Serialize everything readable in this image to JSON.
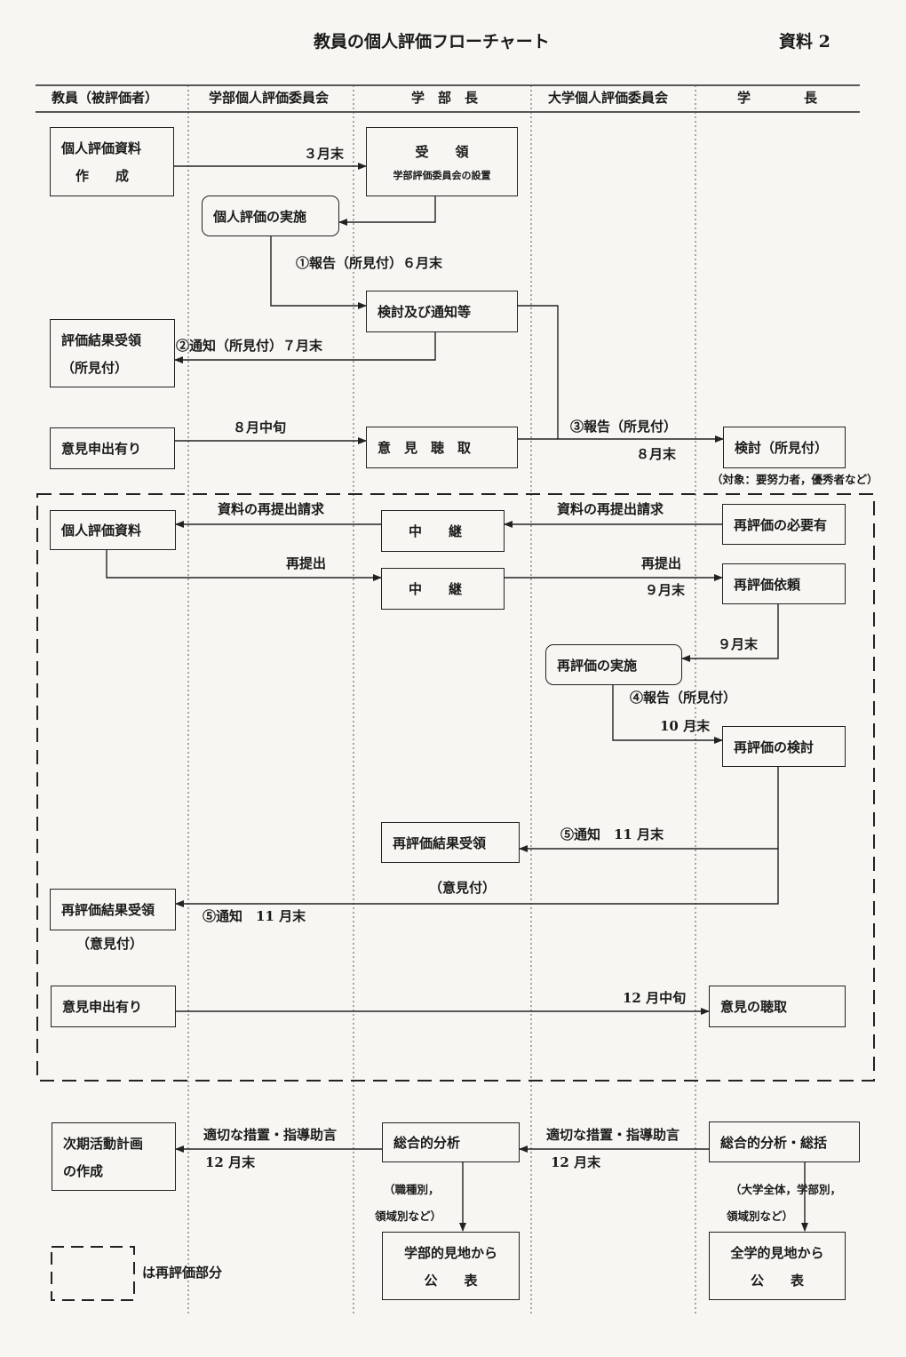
{
  "header": {
    "title": "教員の個人評価フローチャート",
    "doc_label": "資料 2",
    "columns": [
      "教員（被評価者）",
      "学部個人評価委員会",
      "学　部　長",
      "大学個人評価委員会",
      "学　　　　長"
    ]
  },
  "boxes": {
    "create_material": [
      "個人評価資料",
      "作　　成"
    ],
    "receive": [
      "受　　領",
      "学部評価委員会の設置"
    ],
    "implement": "個人評価の実施",
    "review_notify": "検討及び通知等",
    "result_receive": [
      "評価結果受領",
      "（所見付）"
    ],
    "opinion1": "意見申出有り",
    "hearing": "意　見　聴　取",
    "review_president": "検討（所見付）",
    "material": "個人評価資料",
    "relay1": "中　　継",
    "reeval_need": "再評価の必要有",
    "relay2": "中　　継",
    "reeval_request": "再評価依頼",
    "reeval_impl": "再評価の実施",
    "reeval_review": "再評価の検討",
    "reeval_result_dean": "再評価結果受領",
    "reeval_result_teacher": "再評価結果受領",
    "opinion2": "意見申出有り",
    "opinion_hearing": "意見の聴取",
    "next_plan": [
      "次期活動計画",
      "の作成"
    ],
    "analysis_dean": "総合的分析",
    "analysis_president": "総合的分析・総括",
    "publish_dept": [
      "学部的見地から",
      "公　　表"
    ],
    "publish_univ": [
      "全学的見地から",
      "公　　表"
    ]
  },
  "labels": {
    "l_3gatsu": "３月末",
    "l_report1": "①報告（所見付）６月末",
    "l_notify2": "②通知（所見付）７月末",
    "l_8mid": "８月中旬",
    "l_report3": "③報告（所見付）",
    "l_8end": "８月末",
    "l_target": "（対象：要努力者，優秀者など）",
    "l_resubmit_req1": "資料の再提出請求",
    "l_resubmit_req2": "資料の再提出請求",
    "l_resubmit1": "再提出",
    "l_resubmit2": "再提出",
    "l_9end_a": "９月末",
    "l_9end_b": "９月末",
    "l_report4": "④報告（所見付）",
    "l_10end": "10 月末",
    "l_notify5a": "⑤通知　11 月末",
    "l_opinion_attached": "（意見付）",
    "l_notify5b": "⑤通知　11 月末",
    "l_opinion_attached2": "（意見付）",
    "l_12mid": "12 月中旬",
    "l_advice1": "適切な措置・指導助言",
    "l_12end1": "12 月末",
    "l_advice2": "適切な措置・指導助言",
    "l_12end2": "12 月末",
    "l_by_type_1": "（職種別，",
    "l_by_type_2": "領域別など）",
    "l_by_univ_1": "（大学全体，学部別，",
    "l_by_univ_2": "領域別など）",
    "legend": "は再評価部分"
  }
}
